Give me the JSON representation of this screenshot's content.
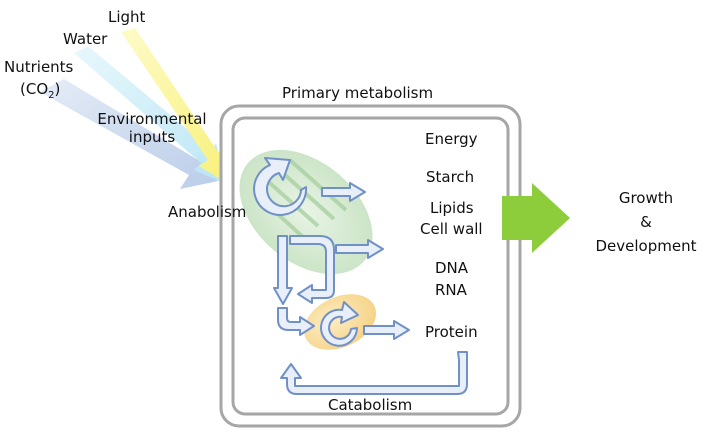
{
  "inputs": {
    "light": "Light",
    "water": "Water",
    "nutrients": "Nutrients",
    "co2_open": "(CO",
    "co2_sub": "2",
    "co2_close": ")",
    "environmental_line1": "Environmental",
    "environmental_line2": "inputs"
  },
  "cell": {
    "title": "Primary metabolism",
    "anabolism": "Anabolism",
    "catabolism": "Catabolism",
    "products": {
      "energy": "Energy",
      "starch": "Starch",
      "lipids": "Lipids",
      "cell_wall": "Cell wall",
      "dna": "DNA",
      "rna": "RNA",
      "protein": "Protein"
    }
  },
  "output": {
    "line1": "Growth",
    "line2": "&",
    "line3": "Development"
  },
  "colors": {
    "light_beam": "#fbf79a",
    "water_beam": "#c8ecf8",
    "nutrient_beam": "#c5d6ee",
    "cell_border": "#a6a6a6",
    "chloroplast": "#cfe8cc",
    "mitochondrion": "#f8d98a",
    "flow_arrow": "#6f90c8",
    "output_arrow": "#8dcd3c"
  }
}
